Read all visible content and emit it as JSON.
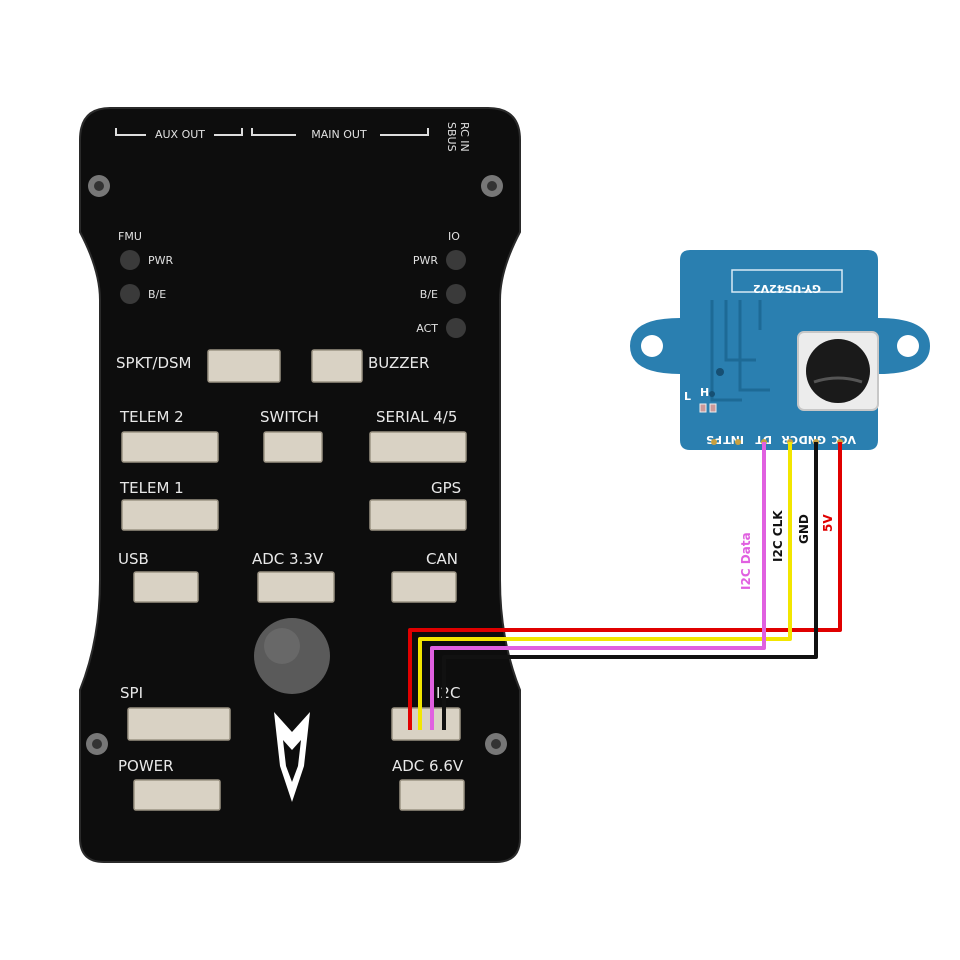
{
  "controller": {
    "header_labels": {
      "aux_out": "AUX OUT",
      "main_out": "MAIN OUT",
      "sbus": "SBUS",
      "rc_in": "RC IN"
    },
    "leds": {
      "fmu": "FMU",
      "fmu_pwr": "PWR",
      "fmu_be": "B/E",
      "io": "IO",
      "io_pwr": "PWR",
      "io_be": "B/E",
      "io_act": "ACT"
    },
    "ports": {
      "spkt_dsm": "SPKT/DSM",
      "buzzer": "BUZZER",
      "telem2": "TELEM 2",
      "switch": "SWITCH",
      "serial45": "SERIAL 4/5",
      "telem1": "TELEM 1",
      "gps": "GPS",
      "usb": "USB",
      "adc33": "ADC 3.3V",
      "can": "CAN",
      "spi": "SPI",
      "i2c": "I2C",
      "power": "POWER",
      "adc66": "ADC 6.6V"
    }
  },
  "sensor": {
    "model": "GY-US42V2",
    "pins": [
      "PS",
      "INT",
      "DT",
      "CR",
      "GND",
      "VCC"
    ],
    "side_label": "L",
    "side_label2": "H"
  },
  "wires": [
    {
      "label": "I2C Data",
      "color": "#e060e0"
    },
    {
      "label": "I2C CLK",
      "color": "#f2e600"
    },
    {
      "label": "GND",
      "color": "#111111"
    },
    {
      "label": "5V",
      "color": "#e00000"
    }
  ],
  "colors": {
    "board": "#0d0d0d",
    "pcb": "#2a7fb0"
  }
}
